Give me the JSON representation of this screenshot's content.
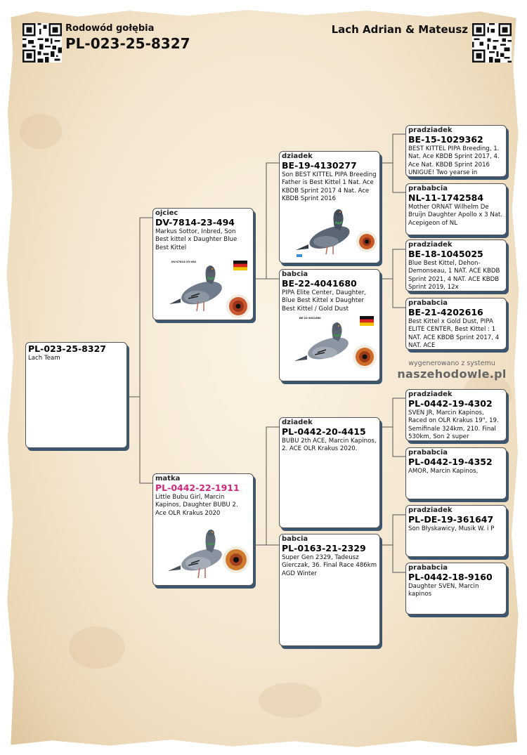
{
  "header": {
    "subtitle": "Rodowód gołębia",
    "ring": "PL-023-25-8327",
    "owner": "Lach Adrian & Mateusz"
  },
  "subject": {
    "ring": "PL-023-25-8327",
    "desc": "Lach Team"
  },
  "father": {
    "role": "ojciec",
    "ring": "DV-7814-23-494",
    "desc": "Markus Sottor, Inbred, Son Best kittel x Daughter Blue Best Kittel",
    "photo_caption": "DV-07814-23-494"
  },
  "mother": {
    "role": "matka",
    "ring": "PL-0442-22-1911",
    "desc": "Little Bubu Girl, Marcin Kapinos, Daughter BUBU 2. Ace OLR Krakus 2020",
    "ring_color": "#d0287c"
  },
  "ff": {
    "role": "dziadek",
    "ring": "BE-19-4130277",
    "desc": "Son BEST KITTEL PIPA Breeding Father is Best Kittel 1 Nat. Ace KBDB Sprint 2017 4 Nat. Ace KBDB Sprint 2016"
  },
  "fm": {
    "role": "babcia",
    "ring": "BE-22-4041680",
    "desc": "PIPA Elite Center, Daughter, Blue Best Kittel x Daughter Best Kittel / Gold Dust",
    "photo_caption": "BE-22-4041680"
  },
  "mf": {
    "role": "dziadek",
    "ring": "PL-0442-20-4415",
    "desc": "BUBU 2th ACE, Marcin Kapinos, 2. ACE OLR Krakus 2020."
  },
  "mm": {
    "role": "babcia",
    "ring": "PL-0163-21-2329",
    "desc": "Super Gen 2329, Tadeusz Gierczak, 36. Final Race 486km AGD Winter"
  },
  "fff": {
    "role": "pradziadek",
    "ring": "BE-15-1029362",
    "desc": "BEST KITTEL PIPA Breeding, 1. Nat. Ace KBDB Sprint 2017, 4. Ace Nat. KBDB Sprint 2016 UNIGUE! Two yearse in"
  },
  "ffm": {
    "role": "prababcia",
    "ring": "NL-11-1742584",
    "desc": "Mother ORNAT Wilhelm De Bruijn Daughter Apollo x 3 Nat. Acepigeon of NL"
  },
  "fmf": {
    "role": "pradziadek",
    "ring": "BE-18-1045025",
    "desc": "Blue Best Kittel, Dehon-Demonseau, 1 NAT. ACE KBDB Sprint 2021, 4 NAT. ACE KBDB Sprint 2019, 12x"
  },
  "fmm": {
    "role": "prababcia",
    "ring": "BE-21-4202616",
    "desc": "Best Kittel x Gold Dust, PIPA ELITE CENTER, Best Kittel : 1 NAT. ACE KBDB Sprint 2017, 4 NAT. ACE"
  },
  "mff": {
    "role": "pradziadek",
    "ring": "PL-0442-19-4302",
    "desc": "SVEN JR, Marcin Kapinos, Raced on OLR Krakus 19\", 19. Semifinale 324km, 210. Final 530km, Son 2 super"
  },
  "mfm": {
    "role": "prababcia",
    "ring": "PL-0442-19-4352",
    "desc": "AMOR, Marcin Kapinos,"
  },
  "mmf": {
    "role": "pradziadek",
    "ring": "PL-DE-19-361647",
    "desc": "Son Błyskawicy, Musik W. i P"
  },
  "mmm": {
    "role": "prababcia",
    "ring": "PL-0442-18-9160",
    "desc": "Daughter SVEN, Marcin kapinos"
  },
  "generator": {
    "line1": "wygenerowano z systemu",
    "brand": "naszehodowle.pl"
  },
  "colors": {
    "card_shadow": "#3d5670",
    "mother_ring": "#d0287c",
    "paper": "#f4e6cf"
  },
  "icons": {
    "qr_left": "qr-code-icon",
    "qr_right": "qr-code-icon"
  }
}
